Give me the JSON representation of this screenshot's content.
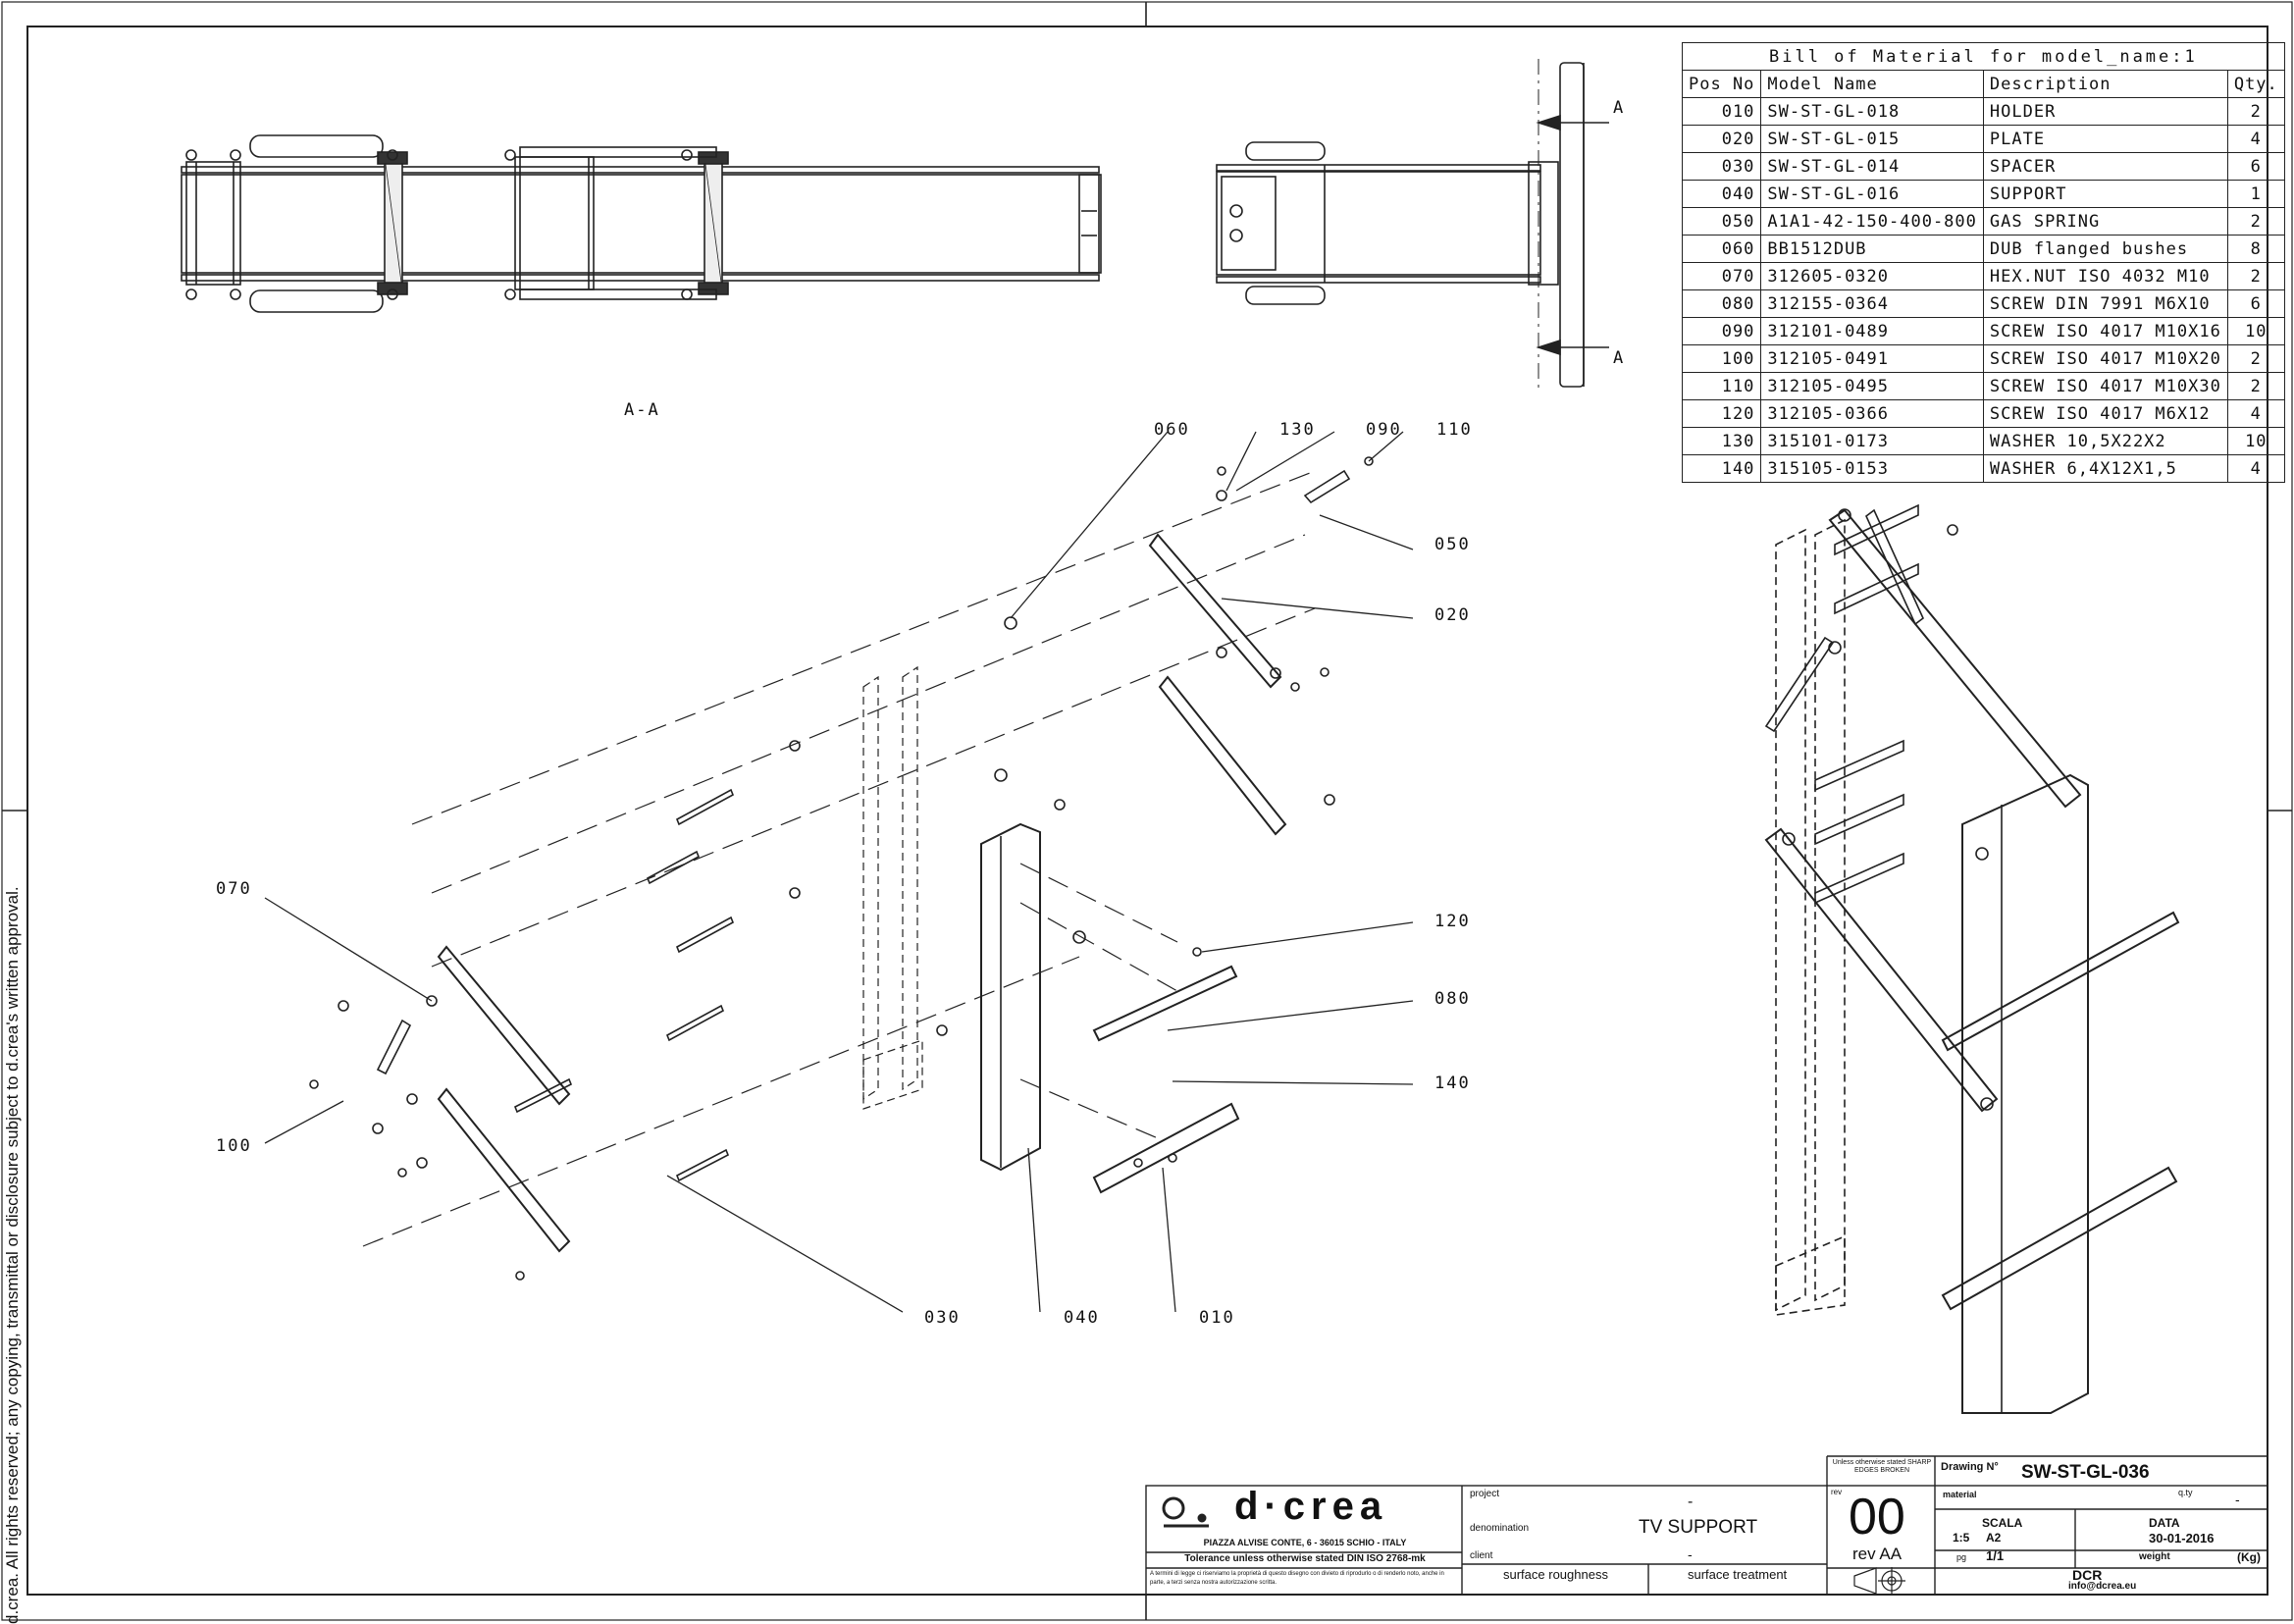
{
  "bom": {
    "title": "Bill of Material for model_name:1",
    "headers": {
      "pos": "Pos No",
      "model": "Model Name",
      "desc": "Description",
      "qty": "Qty."
    },
    "rows": [
      {
        "pos": "010",
        "model": "SW-ST-GL-018",
        "desc": "HOLDER",
        "qty": "2"
      },
      {
        "pos": "020",
        "model": "SW-ST-GL-015",
        "desc": "PLATE",
        "qty": "4"
      },
      {
        "pos": "030",
        "model": "SW-ST-GL-014",
        "desc": "SPACER",
        "qty": "6"
      },
      {
        "pos": "040",
        "model": "SW-ST-GL-016",
        "desc": "SUPPORT",
        "qty": "1"
      },
      {
        "pos": "050",
        "model": "A1A1-42-150-400-800",
        "desc": "GAS SPRING",
        "qty": "2"
      },
      {
        "pos": "060",
        "model": "BB1512DUB",
        "desc": "DUB flanged bushes",
        "qty": "8"
      },
      {
        "pos": "070",
        "model": "312605-0320",
        "desc": "HEX.NUT ISO 4032 M10",
        "qty": "2"
      },
      {
        "pos": "080",
        "model": "312155-0364",
        "desc": "SCREW DIN 7991 M6X10",
        "qty": "6"
      },
      {
        "pos": "090",
        "model": "312101-0489",
        "desc": "SCREW ISO 4017 M10X16",
        "qty": "10"
      },
      {
        "pos": "100",
        "model": "312105-0491",
        "desc": "SCREW ISO 4017 M10X20",
        "qty": "2"
      },
      {
        "pos": "110",
        "model": "312105-0495",
        "desc": "SCREW ISO 4017 M10X30",
        "qty": "2"
      },
      {
        "pos": "120",
        "model": "312105-0366",
        "desc": "SCREW ISO 4017 M6X12",
        "qty": "4"
      },
      {
        "pos": "130",
        "model": "315101-0173",
        "desc": "WASHER 10,5X22X2",
        "qty": "10"
      },
      {
        "pos": "140",
        "model": "315105-0153",
        "desc": "WASHER 6,4X12X1,5",
        "qty": "4"
      }
    ]
  },
  "view_labels": {
    "section": "A-A",
    "cut_top": "A",
    "cut_bottom": "A"
  },
  "callouts": {
    "c060": "060",
    "c130": "130",
    "c090": "090",
    "c110": "110",
    "c050": "050",
    "c020": "020",
    "c070": "070",
    "c100": "100",
    "c120": "120",
    "c080": "080",
    "c140": "140",
    "c030": "030",
    "c040": "040",
    "c010": "010"
  },
  "title_block": {
    "logo": "d·crea",
    "address": "PIAZZA ALVISE CONTE, 6 - 36015 SCHIO - ITALY",
    "tolerance": "Tolerance unless otherwise stated DIN ISO 2768-mk",
    "legal": "A termini di legge ci riserviamo la proprietà di questo disegno con divieto di riprodurlo o di renderlo noto, anche in parte, a terzi senza nostra autorizzazione scritta.",
    "project_label": "project",
    "project_value": "-",
    "denomination_label": "denomination",
    "denomination_value": "TV SUPPORT",
    "client_label": "client",
    "client_value": "-",
    "surface_roughness": "surface roughness",
    "surface_treatment": "surface treatment",
    "edges_note": "Unless otherwise stated SHARP EDGES BROKEN",
    "rev_label": "rev",
    "rev_value": "00",
    "rev_sub": "rev AA",
    "drawing_no_label": "Drawing N°",
    "drawing_no": "SW-ST-GL-036",
    "material_label": "material",
    "qty_label": "q.ty",
    "qty_value": "-",
    "scala_label": "SCALA",
    "scala_value": "1:5",
    "format": "A2",
    "data_label": "DATA",
    "data_value": "30-01-2016",
    "pg_label": "pg",
    "pg_value": "1/1",
    "weight_label": "weight",
    "weight_unit": "(Kg)",
    "company": "DCR",
    "email": "info@dcrea.eu"
  },
  "copyright": "d.crea. All rights reserved; any copying, transmittal or disclosure subject to d.crea's written approval."
}
